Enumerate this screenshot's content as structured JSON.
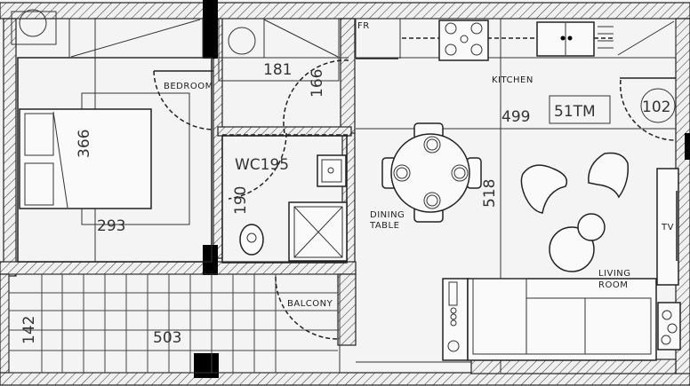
{
  "rooms": {
    "bedroom": {
      "label": "BEDROOM",
      "dim_width": "293",
      "dim_length": "366"
    },
    "closet": {
      "dim_width": "181",
      "dim_length": "166"
    },
    "wc": {
      "label_dim": "WC195",
      "dim_length": "190"
    },
    "kitchen": {
      "label": "KITCHEN",
      "fridge": "FR",
      "dim_width": "499",
      "area": "51TM",
      "unit": "102"
    },
    "dining": {
      "label_line1": "DINING",
      "label_line2": "TABLE",
      "dim_length": "518"
    },
    "living": {
      "label_line1": "LIVING",
      "label_line2": "ROOM",
      "tv": "TV"
    },
    "balcony": {
      "label": "BALCONY",
      "dim_width": "503",
      "dim_length": "142"
    }
  }
}
